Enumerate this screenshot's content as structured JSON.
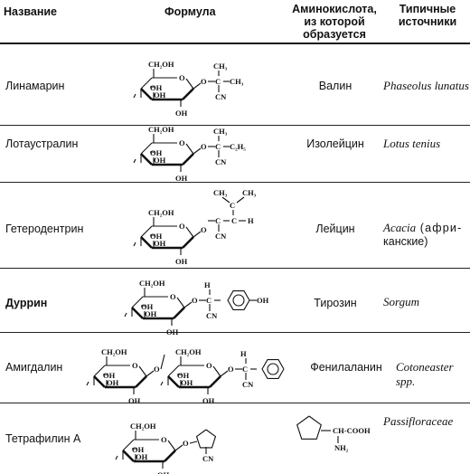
{
  "header": {
    "name_col": "Название",
    "formula_col": "Формула",
    "amino_col": [
      "Аминокислота,",
      "из которой",
      "образуется"
    ],
    "source_col": [
      "Типичные",
      "источники"
    ]
  },
  "rows": [
    {
      "name": "Линамарин",
      "amino": "Валин",
      "source": "Phaseolus lunatus"
    },
    {
      "name": "Лотаустралин",
      "amino": "Изолейцин",
      "source": "Lotus tenius"
    },
    {
      "name": "Гетеродентрин",
      "amino": "Лейцин",
      "source_it": "Acacia",
      "source_rest": " (афри-",
      "source_line2": "канские)"
    },
    {
      "name": "Дуррин",
      "amino": "Тирозин",
      "source": "Sorgum"
    },
    {
      "name": "Амигдалин",
      "amino": "Фенилаланин",
      "source": "Cotoneaster spp."
    },
    {
      "name": "Тетрафилин А",
      "amino_formula": {
        "acid": "CH-COOH",
        "amine": "NH₂"
      },
      "source": "Passifloraceae"
    }
  ],
  "formula_labels": {
    "ch2oh": "CH₂OH",
    "oh": "OH",
    "o": "O",
    "c": "C",
    "cn": "CN",
    "h": "H",
    "ch3": "CH₃",
    "ch": "CH",
    "c2h5": "C₂H₅"
  }
}
